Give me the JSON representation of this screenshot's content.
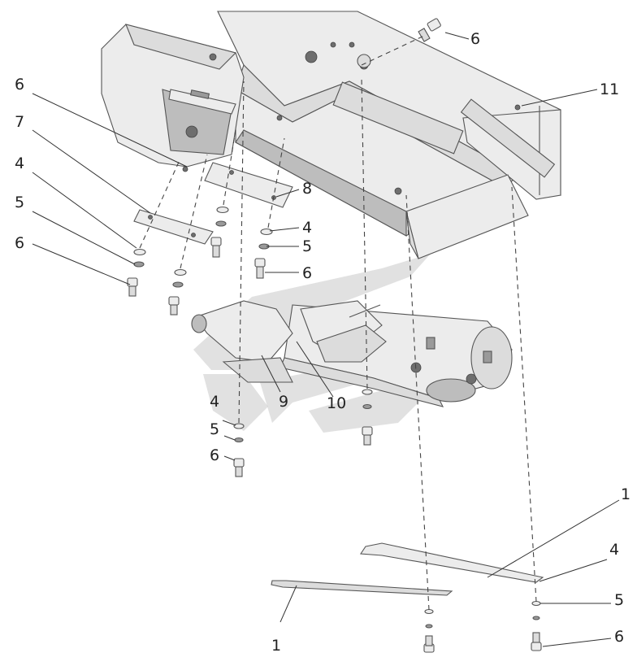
{
  "callouts": [
    {
      "id": "c1",
      "label": "6"
    },
    {
      "id": "c2",
      "label": "11"
    },
    {
      "id": "c3",
      "label": "6"
    },
    {
      "id": "c4",
      "label": "7"
    },
    {
      "id": "c5",
      "label": "4"
    },
    {
      "id": "c6",
      "label": "5"
    },
    {
      "id": "c7",
      "label": "6"
    },
    {
      "id": "c8",
      "label": "8"
    },
    {
      "id": "c9",
      "label": "4"
    },
    {
      "id": "c10",
      "label": "5"
    },
    {
      "id": "c11",
      "label": "6"
    },
    {
      "id": "c12",
      "label": "9"
    },
    {
      "id": "c13",
      "label": "10"
    },
    {
      "id": "c14",
      "label": "4"
    },
    {
      "id": "c15",
      "label": "5"
    },
    {
      "id": "c16",
      "label": "6"
    },
    {
      "id": "c17",
      "label": "1"
    },
    {
      "id": "c18",
      "label": "4"
    },
    {
      "id": "c19",
      "label": "5"
    },
    {
      "id": "c20",
      "label": "6"
    },
    {
      "id": "c21",
      "label": "1"
    }
  ],
  "colors": {
    "line": "#555555",
    "fill_light": "#ececec",
    "fill_dark": "#bdbdbd",
    "watermark": "#c8c8c8"
  }
}
